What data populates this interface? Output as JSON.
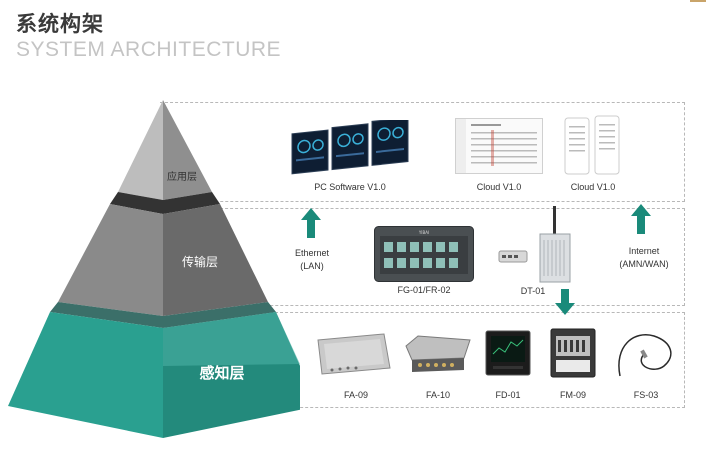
{
  "header": {
    "title_cn": "系统构架",
    "title_en": "SYSTEM ARCHITECTURE"
  },
  "pyramid": {
    "layers": [
      {
        "label": "应用层",
        "color": "#a6a6a6"
      },
      {
        "label": "传输层",
        "color": "#7a7a7a"
      },
      {
        "label": "感知层",
        "color": "#2a9a8b"
      }
    ]
  },
  "application": {
    "items": [
      {
        "caption": "PC Software V1.0"
      },
      {
        "caption": "Cloud V1.0"
      },
      {
        "caption": "Cloud V1.0"
      }
    ]
  },
  "transport": {
    "left_label_1": "Ethernet",
    "left_label_2": "(LAN)",
    "right_label_1": "Internet",
    "right_label_2": "(AMN/WAN)",
    "gateway_caption": "FG-01/FR-02",
    "gateway_brand": "YIBAI",
    "dtu_caption": "DT-01"
  },
  "perception": {
    "items": [
      {
        "caption": "FA-09"
      },
      {
        "caption": "FA-10"
      },
      {
        "caption": "FD-01"
      },
      {
        "caption": "FM-09"
      },
      {
        "caption": "FS-03"
      }
    ]
  },
  "colors": {
    "arrow": "#1a8a7a",
    "teal": "#2a9a8b",
    "dashed": "#b8b8b8"
  }
}
